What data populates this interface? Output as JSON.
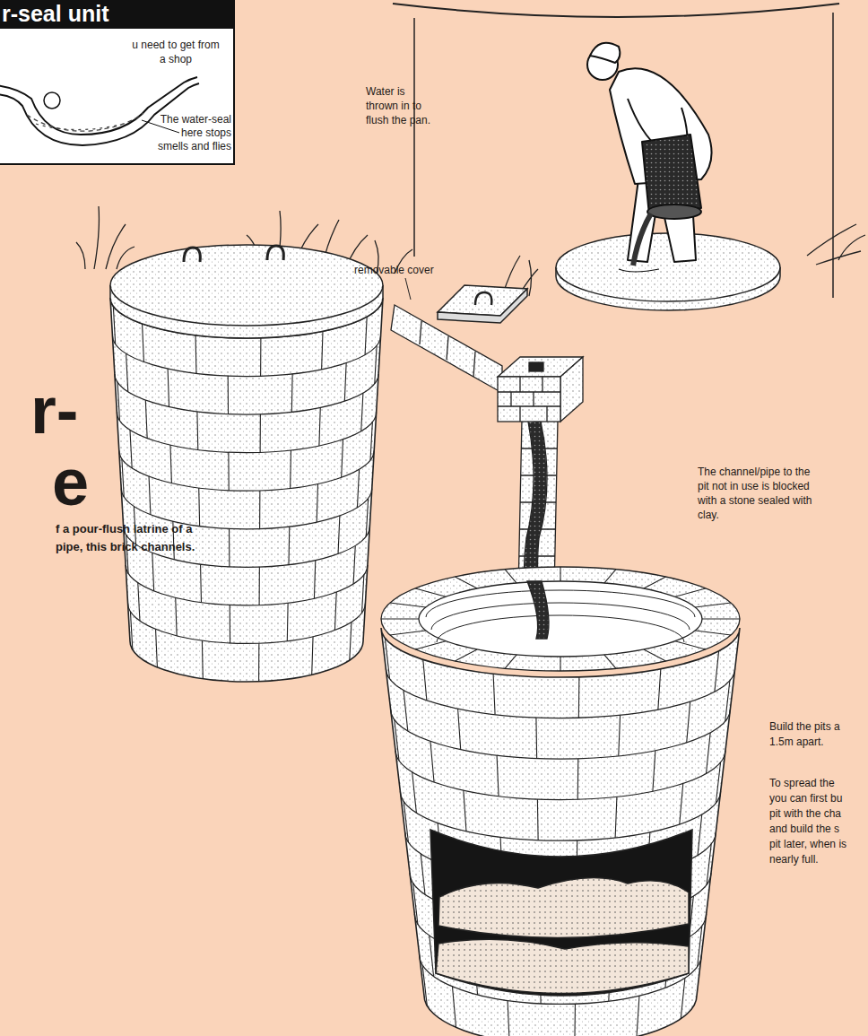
{
  "diagram": {
    "nodes": [
      {
        "text": [
          "r-seal unit",
          "u need to get from a shop",
          "The water-seal here stops smells and flies"
        ]
      }
    ],
    "labels": [
      "Water is thrown in to flush the pan.",
      "removable cover",
      "The channel/pipe to the pit not in use is blocked with a stone sealed with clay.",
      "r-",
      "e",
      "f a pour-flush latrine of a pipe, this brick channels.",
      "Build the pits a 1.5m apart.",
      "To spread the you can first bu pit with the cha and build the s pit later, when is nearly full."
    ]
  }
}
